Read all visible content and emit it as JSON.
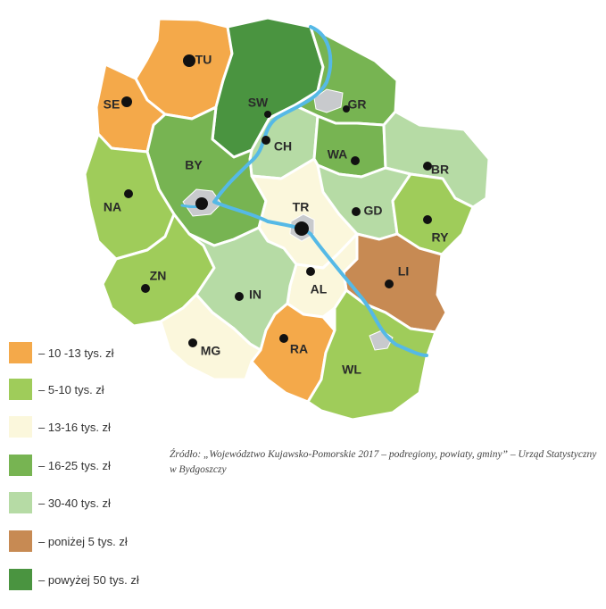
{
  "colors": {
    "orange": "#f4a94a",
    "light_green": "#9fcc5a",
    "cream": "#fbf7dc",
    "mid_green": "#77b452",
    "pale_green": "#b6dba5",
    "brown": "#c78a53",
    "dark_green": "#4a9440",
    "river": "#55b9e6",
    "city": "#c8cacd"
  },
  "regions": [
    {
      "id": "TU",
      "label": "TU",
      "color_key": "orange"
    },
    {
      "id": "SE",
      "label": "SE",
      "color_key": "orange"
    },
    {
      "id": "SW",
      "label": "SW",
      "color_key": "dark_green"
    },
    {
      "id": "GR",
      "label": "GR",
      "color_key": "mid_green"
    },
    {
      "id": "CH",
      "label": "CH",
      "color_key": "pale_green"
    },
    {
      "id": "BY",
      "label": "BY",
      "color_key": "mid_green"
    },
    {
      "id": "WA",
      "label": "WA",
      "color_key": "mid_green"
    },
    {
      "id": "BR",
      "label": "BR",
      "color_key": "pale_green"
    },
    {
      "id": "NA",
      "label": "NA",
      "color_key": "light_green"
    },
    {
      "id": "TR",
      "label": "TR",
      "color_key": "cream"
    },
    {
      "id": "GD",
      "label": "GD",
      "color_key": "pale_green"
    },
    {
      "id": "RY",
      "label": "RY",
      "color_key": "light_green"
    },
    {
      "id": "LI",
      "label": "LI",
      "color_key": "brown"
    },
    {
      "id": "AL",
      "label": "AL",
      "color_key": "cream"
    },
    {
      "id": "ZN",
      "label": "ZN",
      "color_key": "light_green"
    },
    {
      "id": "IN",
      "label": "IN",
      "color_key": "pale_green"
    },
    {
      "id": "MG",
      "label": "MG",
      "color_key": "cream"
    },
    {
      "id": "RA",
      "label": "RA",
      "color_key": "orange"
    },
    {
      "id": "WL",
      "label": "WL",
      "color_key": "light_green"
    }
  ],
  "legend": [
    {
      "label": "– 10 -13 tys. zł",
      "color_key": "orange"
    },
    {
      "label": "– 5-10 tys. zł",
      "color_key": "light_green"
    },
    {
      "label": "– 13-16 tys. zł",
      "color_key": "cream"
    },
    {
      "label": "– 16-25 tys. zł",
      "color_key": "mid_green"
    },
    {
      "label": "– 30-40 tys. zł",
      "color_key": "pale_green"
    },
    {
      "label": "– poniżej 5 tys. zł",
      "color_key": "brown"
    },
    {
      "label": "– powyżej 50 tys. zł",
      "color_key": "dark_green"
    }
  ],
  "source_note": "Źródło: „Województwo Kujawsko-Pomorskie 2017 – podregiony, powiaty, gminy” – Urząd Statystyczny w Bydgoszczy"
}
